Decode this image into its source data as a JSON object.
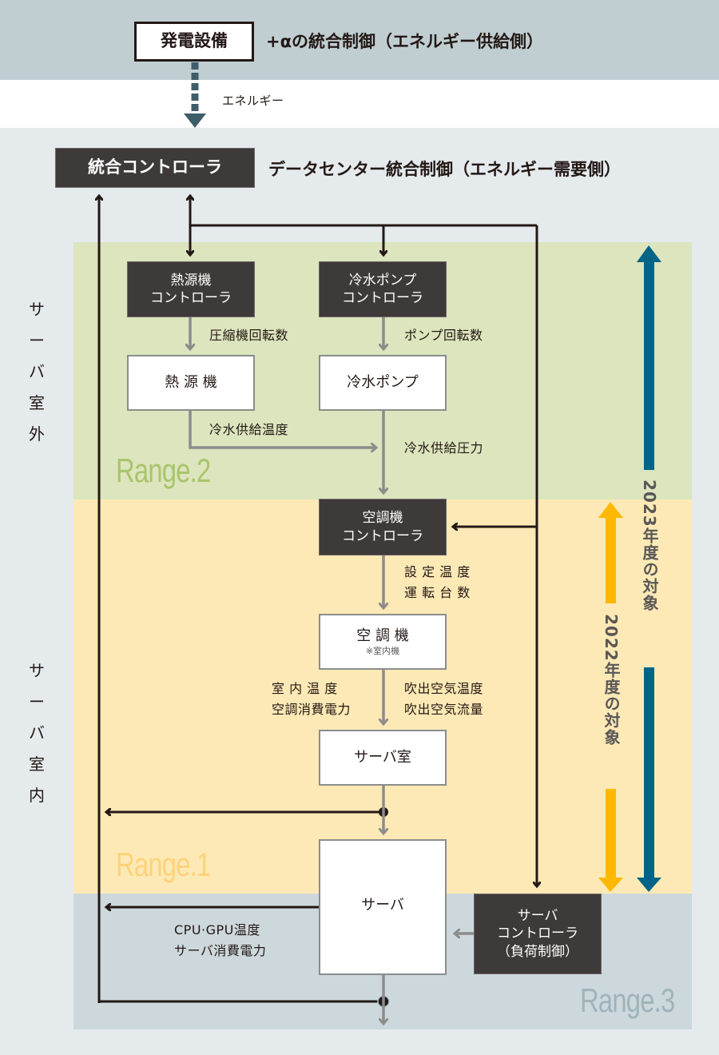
{
  "header": {
    "generation_box": "発電設備",
    "supply_side_title": "+αの統合制御（エネルギー供給側）",
    "energy_label": "エネルギー"
  },
  "controller": {
    "integrated_box": "統合コントローラ",
    "demand_side_title": "データセンター統合制御（エネルギー需要側）"
  },
  "side_labels": {
    "outside": [
      "サ",
      "ー",
      "バ",
      "室",
      "外"
    ],
    "inside": [
      "サ",
      "ー",
      "バ",
      "室",
      "内"
    ]
  },
  "ranges": {
    "range2": "Range.2",
    "range1": "Range.1",
    "range3": "Range.3"
  },
  "nodes": {
    "heat_source_controller": [
      "熱源機",
      "コントローラ"
    ],
    "pump_controller": [
      "冷水ポンプ",
      "コントローラ"
    ],
    "heat_source": "熱 源 機",
    "pump": "冷水ポンプ",
    "ac_controller": [
      "空調機",
      "コントローラ"
    ],
    "ac_unit": "空 調 機",
    "ac_unit_note": "※室内機",
    "server_room": "サーバ室",
    "server": "サーバ",
    "server_controller": [
      "サーバ",
      "コントローラ",
      "（負荷制御）"
    ]
  },
  "signals": {
    "compressor_speed": "圧縮機回転数",
    "pump_speed": "ポンプ回転数",
    "chilled_water_temp": "冷水供給温度",
    "chilled_water_pressure": "冷水供給圧力",
    "ac_setpoints": [
      "設 定 温 度",
      "運 転 台 数"
    ],
    "room_readings": [
      "室 内 温 度",
      "空調消費電力"
    ],
    "outlet_air": [
      "吹出空気温度",
      "吹出空気流量"
    ],
    "server_readings": [
      "CPU·GPU温度",
      "サーバ消費電力"
    ]
  },
  "scope": {
    "fy2023": "2023年度の対象",
    "fy2022": "2022年度の対象"
  },
  "colors": {
    "energy_arrow": "#3f5c6a",
    "fy2023_arrow": "#006487",
    "fy2022_arrow": "#ffb800",
    "range2_text": "#a9c46b",
    "range1_text": "#fdd27a",
    "range3_text": "#9fb3ba",
    "control_line": "#231815",
    "signal_line": "#8c8c8c"
  }
}
